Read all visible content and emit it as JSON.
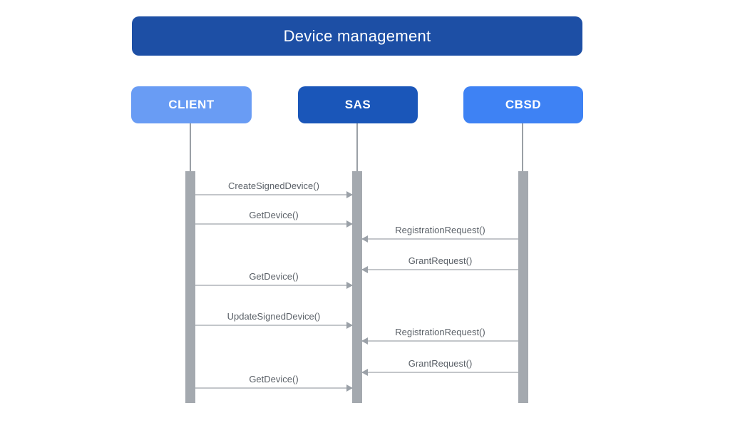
{
  "diagram": {
    "title": "Device management",
    "actors": [
      {
        "id": "client",
        "label": "CLIENT",
        "color": "#699CF4"
      },
      {
        "id": "sas",
        "label": "SAS",
        "color": "#1A56B9"
      },
      {
        "id": "cbsd",
        "label": "CBSD",
        "color": "#3E82F4"
      }
    ],
    "messages": [
      {
        "label": "CreateSignedDevice()",
        "from": "CLIENT",
        "to": "SAS"
      },
      {
        "label": "GetDevice()",
        "from": "CLIENT",
        "to": "SAS"
      },
      {
        "label": "RegistrationRequest()",
        "from": "CBSD",
        "to": "SAS"
      },
      {
        "label": "GrantRequest()",
        "from": "CBSD",
        "to": "SAS"
      },
      {
        "label": "GetDevice()",
        "from": "CLIENT",
        "to": "SAS"
      },
      {
        "label": "UpdateSignedDevice()",
        "from": "CLIENT",
        "to": "SAS"
      },
      {
        "label": "RegistrationRequest()",
        "from": "CBSD",
        "to": "SAS"
      },
      {
        "label": "GrantRequest()",
        "from": "CBSD",
        "to": "SAS"
      },
      {
        "label": "GetDevice()",
        "from": "CLIENT",
        "to": "SAS"
      }
    ],
    "colors": {
      "title_bg": "#1D4FA5",
      "client_bg": "#699CF4",
      "sas_bg": "#1A56B9",
      "cbsd_bg": "#3E82F4",
      "lifeline": "#9AA0A6",
      "activation_bar": "#A4A9AF",
      "arrow_line": "#C3C6CA",
      "arrow_head": "#9BA1A8",
      "message_text": "#5B6168"
    }
  }
}
